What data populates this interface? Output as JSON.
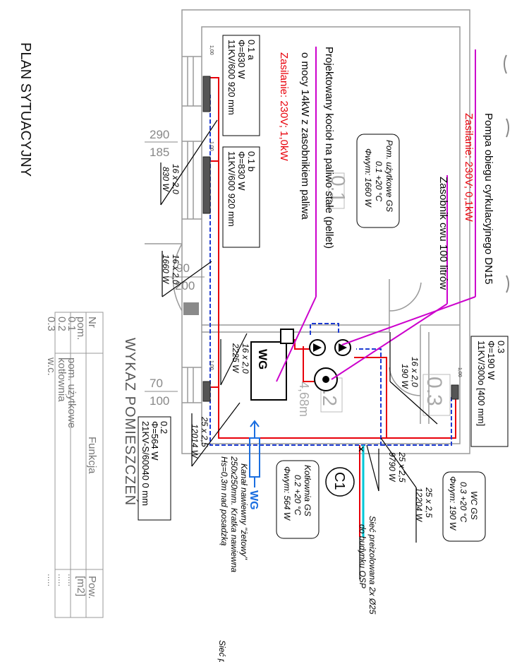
{
  "title": "PLAN SYTUACYJNY",
  "room_table": {
    "title": "WYKAZ POMIESZCZEŃ",
    "headers": [
      "Nr\npom.",
      "Funkcja",
      "Pow.\n[m2]"
    ],
    "header_nr": [
      "Nr",
      "pom."
    ],
    "header_func": "Funkcja",
    "header_area": [
      "Pow.",
      "[m2]"
    ],
    "rows": [
      {
        "nr": "0.1",
        "func": "pom. użytkowe",
        "area": "....."
      },
      {
        "nr": "0.2",
        "func": "kotłownia",
        "area": "....."
      },
      {
        "nr": "0.3",
        "func": "w.c.",
        "area": "....."
      }
    ]
  },
  "dims": {
    "d290": "290",
    "d185": "185",
    "d90": "90",
    "d200": "200",
    "d70": "70",
    "d100": "100"
  },
  "rooms": {
    "r01": "0.1",
    "r02": "0.2",
    "r03": "0.3",
    "r02_area": "4,68m"
  },
  "labels": {
    "pump_line1": "Pompa obiegu cyrkulacyjnego DN15",
    "pump_line2": "Zasilanie: 230V; 0,1kW",
    "tank": "Zasobnik cwu 100 litrów",
    "boiler_line1": "Projektowany kocioł na paliwo stałe (pellet)",
    "boiler_line2": "o mocy 14kW z zasobnikiem paliwa",
    "boiler_line3": "Zasilanie: 230V; 1,0kW",
    "wg": "WG",
    "wg2": "WG",
    "c1": "C1",
    "vent_line1": "Kanał nawiewny \"żetowy\"",
    "vent_line2": "250x250mm. Kratka nawiewna",
    "vent_line3": "Hs=0,3m nad posadzką",
    "net_line1": "Sieć preizolowana 2x Ø25",
    "net_line2": "do budynku OSP",
    "net_line3": "Sieć p"
  },
  "radiators": {
    "r01a": [
      "0.1  a",
      "Φ=830 W",
      "11KV/600   920 mm"
    ],
    "r01b": [
      "0.1  b",
      "Φ=830 W",
      "11KV/600   920 mm"
    ],
    "r02": [
      "0.2",
      "Φ=564 W",
      "21KV-S/60040 0 mm"
    ],
    "r03": [
      "0.3",
      "Φ=190 W",
      "11KV/300o  [400 mm]"
    ]
  },
  "room_boxes": {
    "b01": [
      "Pom. użytkowe GS",
      "0.1 +20 °C",
      "Φwym: 1660 W"
    ],
    "b02": [
      "Kotłownia GS",
      "0.2 +20 °C",
      "Φwym: 564 W"
    ],
    "b03": [
      "WC GS",
      "0.3 +20 °C",
      "Φwym: 190 W"
    ]
  },
  "pipes": {
    "p1": [
      "16 x 2,0",
      "830 W"
    ],
    "p2": [
      "16 x 2,0",
      "1660 W"
    ],
    "p3": [
      "16 x 2,0",
      "2225 W"
    ],
    "p4": [
      "25 x 2,5",
      "12014 W"
    ],
    "p5": [
      "25 x 2,5",
      "9790 W"
    ],
    "p6": [
      "25 x 2,5",
      "12204 W"
    ],
    "p7": [
      "16 x 2,0",
      "190 W"
    ]
  },
  "small": {
    "s100": "1,00"
  },
  "colors": {
    "supply": "#e8000a",
    "return": "#1e3cd2",
    "magenta": "#cc00cc",
    "cyan": "#00c8d8",
    "blue_text": "#1a6ee0",
    "wall": "#9a9a9a"
  }
}
